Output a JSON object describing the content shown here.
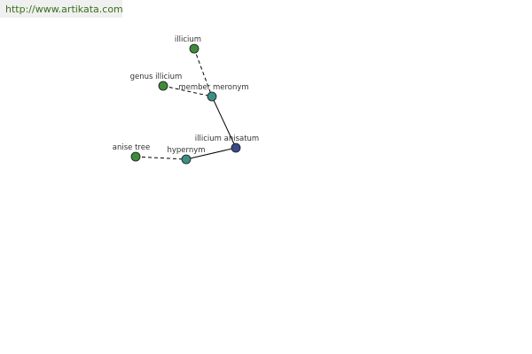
{
  "site": {
    "url": "http://www.artikata.com"
  },
  "colors": {
    "leaf": "#3f8a3c",
    "relation": "#3d8f83",
    "center": "#3b4a8a"
  },
  "graph": {
    "nodes": [
      {
        "id": "illicium",
        "label": "illicium",
        "kind": "leaf"
      },
      {
        "id": "genus-illicium",
        "label": "genus illicium",
        "kind": "leaf"
      },
      {
        "id": "member-meronym",
        "label": "member meronym",
        "kind": "relation"
      },
      {
        "id": "illicium-anisatum",
        "label": "illicium anisatum",
        "kind": "center"
      },
      {
        "id": "anise-tree",
        "label": "anise tree",
        "kind": "leaf"
      },
      {
        "id": "hypernym",
        "label": "hypernym",
        "kind": "relation"
      }
    ],
    "edges": [
      {
        "from": "illicium",
        "to": "member-meronym",
        "style": "dashed"
      },
      {
        "from": "genus-illicium",
        "to": "member-meronym",
        "style": "dashed"
      },
      {
        "from": "member-meronym",
        "to": "illicium-anisatum",
        "style": "solid"
      },
      {
        "from": "anise-tree",
        "to": "hypernym",
        "style": "dashed"
      },
      {
        "from": "hypernym",
        "to": "illicium-anisatum",
        "style": "solid"
      }
    ]
  }
}
